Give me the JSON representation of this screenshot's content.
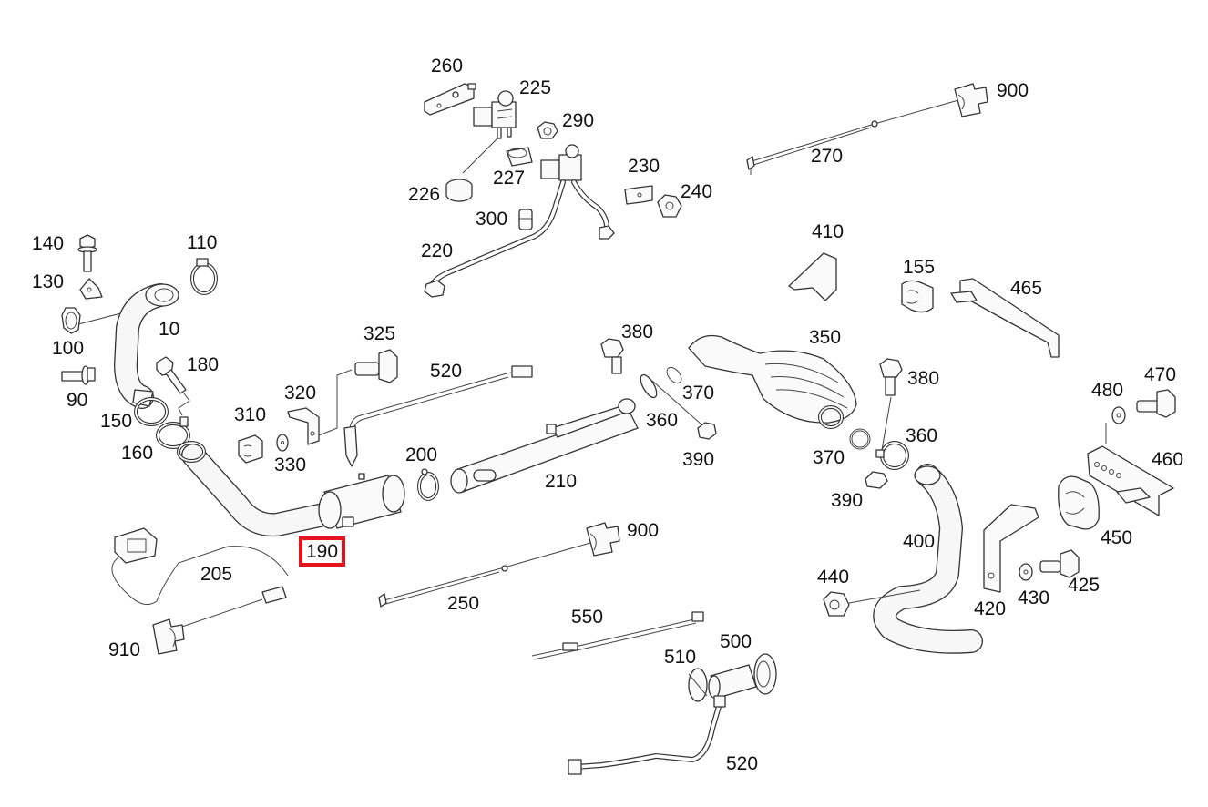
{
  "diagram": {
    "title": "Exhaust system parts diagram",
    "highlight_color": "#e3141b",
    "highlighted_part": "190",
    "labels": [
      {
        "id": "260",
        "text": "260"
      },
      {
        "id": "225",
        "text": "225"
      },
      {
        "id": "290",
        "text": "290"
      },
      {
        "id": "226",
        "text": "226"
      },
      {
        "id": "227",
        "text": "227"
      },
      {
        "id": "300",
        "text": "300"
      },
      {
        "id": "220",
        "text": "220"
      },
      {
        "id": "230",
        "text": "230"
      },
      {
        "id": "240",
        "text": "240"
      },
      {
        "id": "900a",
        "text": "900"
      },
      {
        "id": "270",
        "text": "270"
      },
      {
        "id": "140",
        "text": "140"
      },
      {
        "id": "110",
        "text": "110"
      },
      {
        "id": "130",
        "text": "130"
      },
      {
        "id": "10",
        "text": "10"
      },
      {
        "id": "100",
        "text": "100"
      },
      {
        "id": "180",
        "text": "180"
      },
      {
        "id": "90",
        "text": "90"
      },
      {
        "id": "150",
        "text": "150"
      },
      {
        "id": "160",
        "text": "160"
      },
      {
        "id": "310",
        "text": "310"
      },
      {
        "id": "320",
        "text": "320"
      },
      {
        "id": "325",
        "text": "325"
      },
      {
        "id": "330",
        "text": "330"
      },
      {
        "id": "520a",
        "text": "520"
      },
      {
        "id": "200",
        "text": "200"
      },
      {
        "id": "210",
        "text": "210"
      },
      {
        "id": "190",
        "text": "190"
      },
      {
        "id": "205",
        "text": "205"
      },
      {
        "id": "910",
        "text": "910"
      },
      {
        "id": "380a",
        "text": "380"
      },
      {
        "id": "370a",
        "text": "370"
      },
      {
        "id": "360a",
        "text": "360"
      },
      {
        "id": "390a",
        "text": "390"
      },
      {
        "id": "900b",
        "text": "900"
      },
      {
        "id": "250",
        "text": "250"
      },
      {
        "id": "550",
        "text": "550"
      },
      {
        "id": "510",
        "text": "510"
      },
      {
        "id": "500",
        "text": "500"
      },
      {
        "id": "520b",
        "text": "520"
      },
      {
        "id": "410",
        "text": "410"
      },
      {
        "id": "155",
        "text": "155"
      },
      {
        "id": "465",
        "text": "465"
      },
      {
        "id": "350",
        "text": "350"
      },
      {
        "id": "380b",
        "text": "380"
      },
      {
        "id": "370b",
        "text": "370"
      },
      {
        "id": "360b",
        "text": "360"
      },
      {
        "id": "390b",
        "text": "390"
      },
      {
        "id": "400",
        "text": "400"
      },
      {
        "id": "440",
        "text": "440"
      },
      {
        "id": "420",
        "text": "420"
      },
      {
        "id": "430",
        "text": "430"
      },
      {
        "id": "425",
        "text": "425"
      },
      {
        "id": "450",
        "text": "450"
      },
      {
        "id": "460",
        "text": "460"
      },
      {
        "id": "480",
        "text": "480"
      },
      {
        "id": "470",
        "text": "470"
      }
    ]
  }
}
